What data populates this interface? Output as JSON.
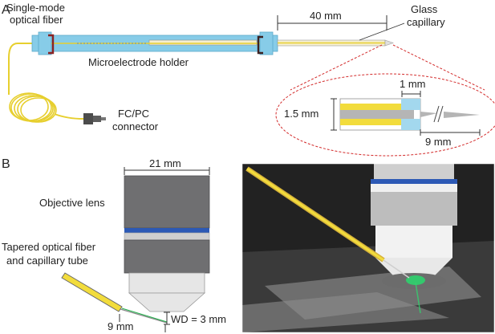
{
  "panel_a": {
    "letter": "A",
    "fiber_label_line1": "Single-mode",
    "fiber_label_line2": "optical fiber",
    "length_label": "40 mm",
    "capillary_label_line1": "Glass",
    "capillary_label_line2": "capillary",
    "holder_label": "Microelectrode holder",
    "connector_label_line1": "FC/PC",
    "connector_label_line2": "connector",
    "inset_height_label": "1.5 mm",
    "inset_top_label": "1 mm",
    "inset_bottom_label": "9 mm"
  },
  "panel_b": {
    "letter": "B",
    "width_label": "21 mm",
    "objective_label": "Objective lens",
    "fiber_label_line1": "Tapered optical fiber",
    "fiber_label_line2": "and capillary tube",
    "tip_length_label": "9 mm",
    "wd_label": "WD = 3 mm"
  },
  "colors": {
    "holder": "#87cce8",
    "fiber": "#f2dc3c",
    "gray_dark": "#6f6f71",
    "blue_ring": "#2c59b5",
    "red_dash": "#d32b2b"
  }
}
